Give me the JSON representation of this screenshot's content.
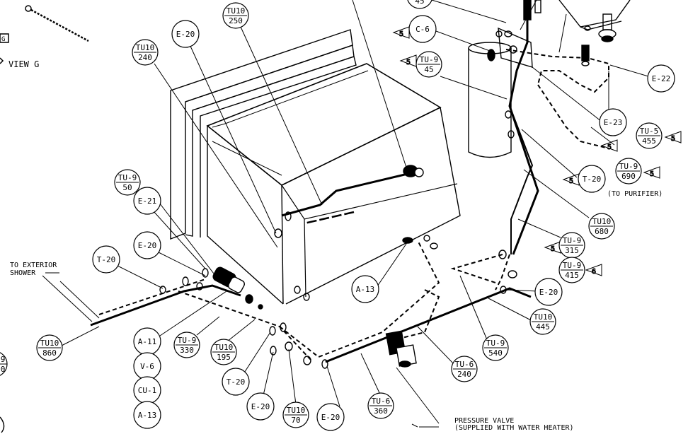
{
  "view_label": "VIEW G",
  "view_marker": "G",
  "notes": {
    "to_exterior_shower_1": "TO EXTERIOR",
    "to_exterior_shower_2": "SHOWER",
    "to_purifier": "(TO PURIFIER)",
    "pressure_valve_1": "PRESSURE VALVE",
    "pressure_valve_2": "(SUPPLIED WITH WATER HEATER)"
  },
  "flags": {
    "rev": "5",
    "rev6": "6"
  },
  "balloons": {
    "e20_top": "E-20",
    "tu10_250_top": "TU10",
    "tu10_250_bot": "250",
    "tu10_240_top": "TU10",
    "tu10_240_bot": "240",
    "c6": "C-6",
    "tu9_45_top": "TU-9",
    "tu9_45_bot": "45",
    "tu9_45b_top": "",
    "tu9_45b_bot": "45",
    "e22": "E-22",
    "e23": "E-23",
    "tu5_455_top": "TU-5",
    "tu5_455_bot": "455",
    "tu9_690_top": "TU-9",
    "tu9_690_bot": "690",
    "t20_right": "T-20",
    "tu10_680_top": "TU10",
    "tu10_680_bot": "680",
    "tu9_315_top": "TU-9",
    "tu9_315_bot": "315",
    "tu9_415_top": "TU-9",
    "tu9_415_bot": "415",
    "e20_right": "E-20",
    "tu10_445_top": "TU10",
    "tu10_445_bot": "445",
    "tu9_540_top": "TU-9",
    "tu9_540_bot": "540",
    "tu6_240_top": "TU-6",
    "tu6_240_bot": "240",
    "tu6_360_top": "TU-6",
    "tu6_360_bot": "360",
    "e20_bot2": "E-20",
    "tu10_70_top": "TU10",
    "tu10_70_bot": "70",
    "e20_bot1": "E-20",
    "t20_bot": "T-20",
    "tu10_195_top": "TU10",
    "tu10_195_bot": "195",
    "tu9_330_top": "TU-9",
    "tu9_330_bot": "330",
    "a11": "A-11",
    "v6": "V-6",
    "cu1": "CU-1",
    "a13_bot": "A-13",
    "a13_mid": "A-13",
    "tu10_860_top": "TU10",
    "tu10_860_bot": "860",
    "t20_left": "T-20",
    "e20_left": "E-20",
    "e21": "E-21",
    "tu9_50_top": "TU-9",
    "tu9_50_bot": "50",
    "edge_left_top": "9",
    "edge_left_bot": "0"
  }
}
